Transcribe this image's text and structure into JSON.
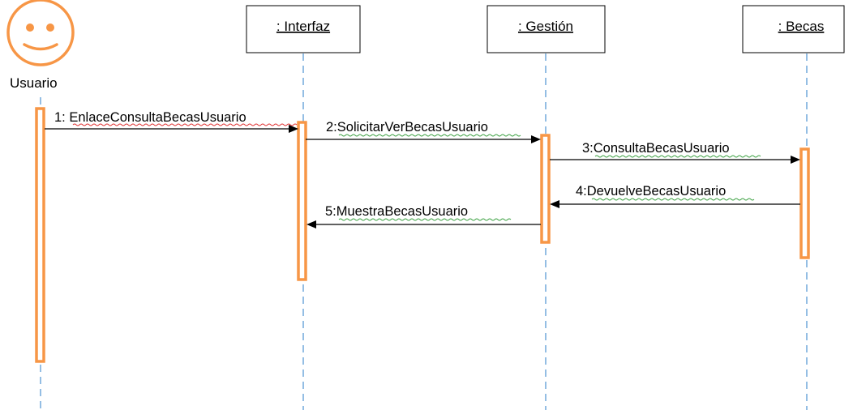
{
  "actor": {
    "name": "Usuario"
  },
  "objects": [
    {
      "id": "interfaz",
      "label": ": Interfaz"
    },
    {
      "id": "gestion",
      "label": ": Gestión"
    },
    {
      "id": "becas",
      "label": ": Becas"
    }
  ],
  "messages": [
    {
      "from": "Usuario",
      "to": ": Interfaz",
      "label": "1: EnlaceConsultaBecasUsuario"
    },
    {
      "from": ": Interfaz",
      "to": ": Gestión",
      "label": "2:SolicitarVerBecasUsuario"
    },
    {
      "from": ": Gestión",
      "to": ": Becas",
      "label": "3:ConsultaBecasUsuario"
    },
    {
      "from": ": Becas",
      "to": ": Gestión",
      "label": "4:DevuelveBecasUsuario"
    },
    {
      "from": ": Gestión",
      "to": ": Interfaz",
      "label": "5:MuestraBecasUsuario"
    }
  ],
  "colors": {
    "activation": "#f79646",
    "lifeline": "#5b9bd5",
    "actor": "#f79646"
  }
}
